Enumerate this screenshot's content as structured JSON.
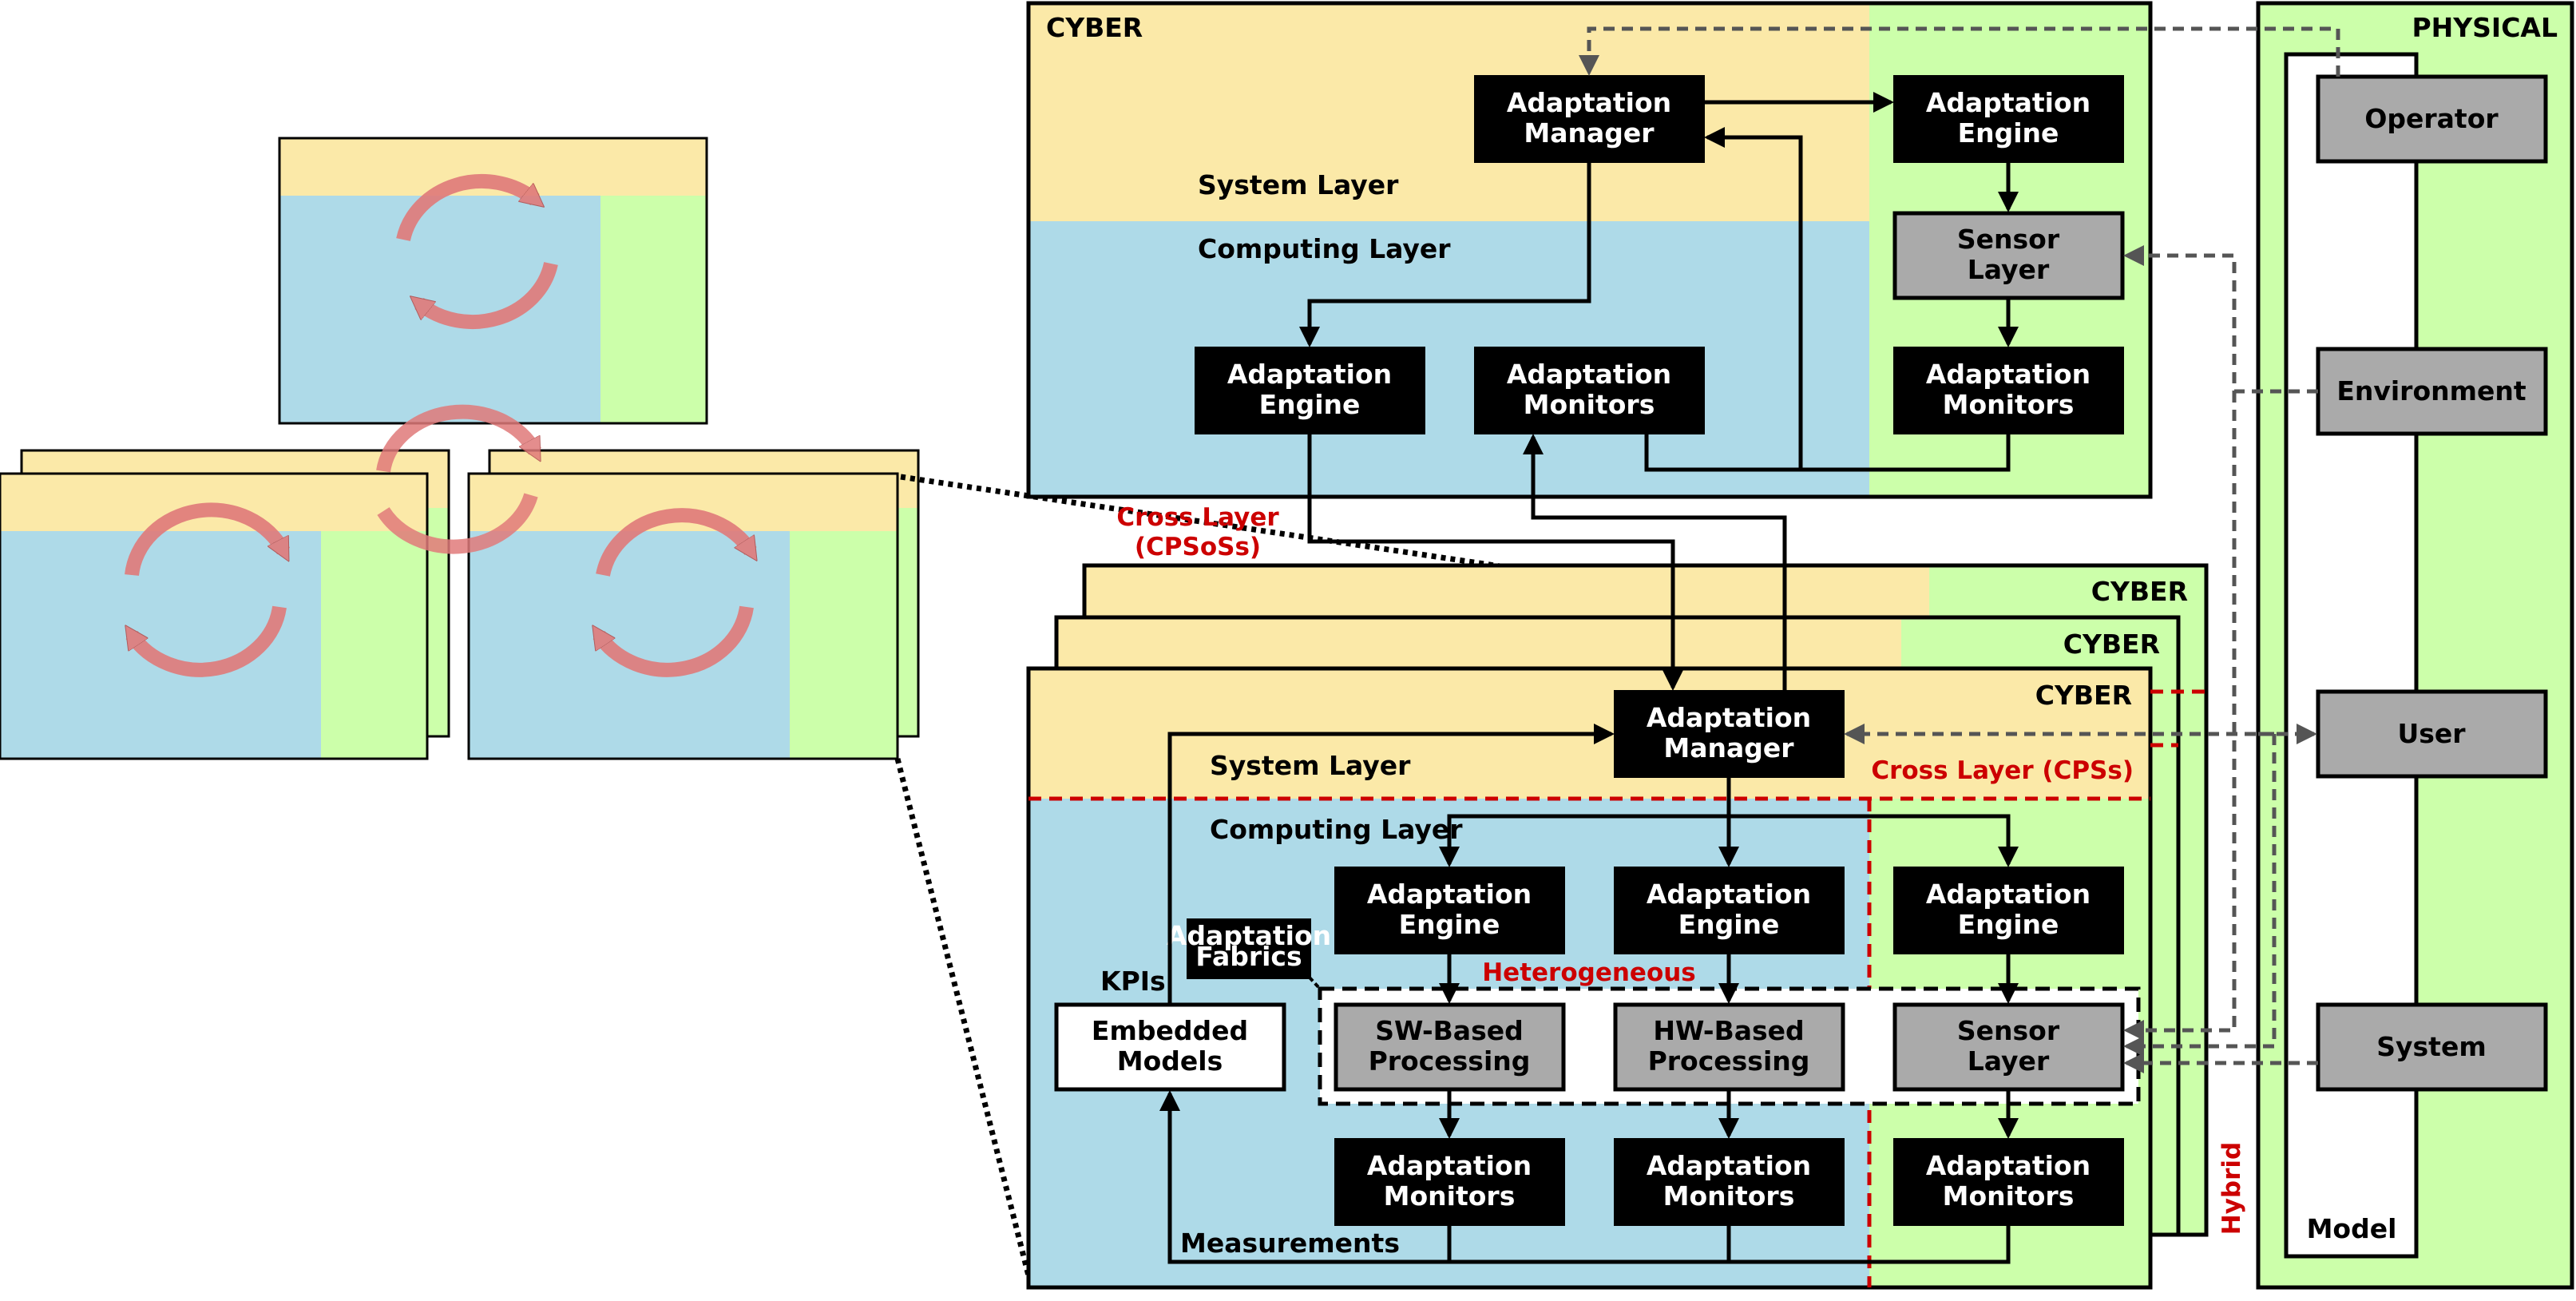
{
  "colors": {
    "cyber_yellow": "#fbe9a8",
    "computing_blue": "#aedae8",
    "physical_green": "#ccffaa",
    "block_black": "#000000",
    "block_gray": "#aaaaaa",
    "cross_layer_red": "#cc0000",
    "loop_arrow_red": "#e07a7a"
  },
  "top_cyber": {
    "title": "CYBER",
    "system_layer": "System Layer",
    "computing_layer": "Computing Layer",
    "adaptation_manager": [
      "Adaptation",
      "Manager"
    ],
    "adaptation_engine_physical": [
      "Adaptation",
      "Engine"
    ],
    "sensor_layer": [
      "Sensor",
      "Layer"
    ],
    "adaptation_monitors_physical": [
      "Adaptation",
      "Monitors"
    ],
    "adaptation_engine": [
      "Adaptation",
      "Engine"
    ],
    "adaptation_monitors": [
      "Adaptation",
      "Monitors"
    ]
  },
  "cross_layer_cpsoss": [
    "Cross Layer",
    "(CPSoSs)"
  ],
  "bottom_cyber": {
    "stack_titles": [
      "CYBER",
      "CYBER",
      "CYBER"
    ],
    "system_layer": "System Layer",
    "computing_layer": "Computing Layer",
    "cross_layer_cps": "Cross Layer (CPSs)",
    "adaptation_manager": [
      "Adaptation",
      "Manager"
    ],
    "engine_1": [
      "Adaptation",
      "Engine"
    ],
    "engine_2": [
      "Adaptation",
      "Engine"
    ],
    "engine_3": [
      "Adaptation",
      "Engine"
    ],
    "heterogeneous": "Heterogeneous",
    "adaptation_fabrics": [
      "Adaptation",
      "Fabrics"
    ],
    "kpis": "KPIs",
    "embedded_models": [
      "Embedded",
      "Models"
    ],
    "sw_processing": [
      "SW-Based",
      "Processing"
    ],
    "hw_processing": [
      "HW-Based",
      "Processing"
    ],
    "sensor_layer": [
      "Sensor",
      "Layer"
    ],
    "monitors_1": [
      "Adaptation",
      "Monitors"
    ],
    "monitors_2": [
      "Adaptation",
      "Monitors"
    ],
    "monitors_3": [
      "Adaptation",
      "Monitors"
    ],
    "measurements": "Measurements",
    "hybrid": "Hybrid"
  },
  "physical": {
    "title": "PHYSICAL",
    "operator": "Operator",
    "environment": "Environment",
    "user": "User",
    "system": "System",
    "model": "Model"
  }
}
